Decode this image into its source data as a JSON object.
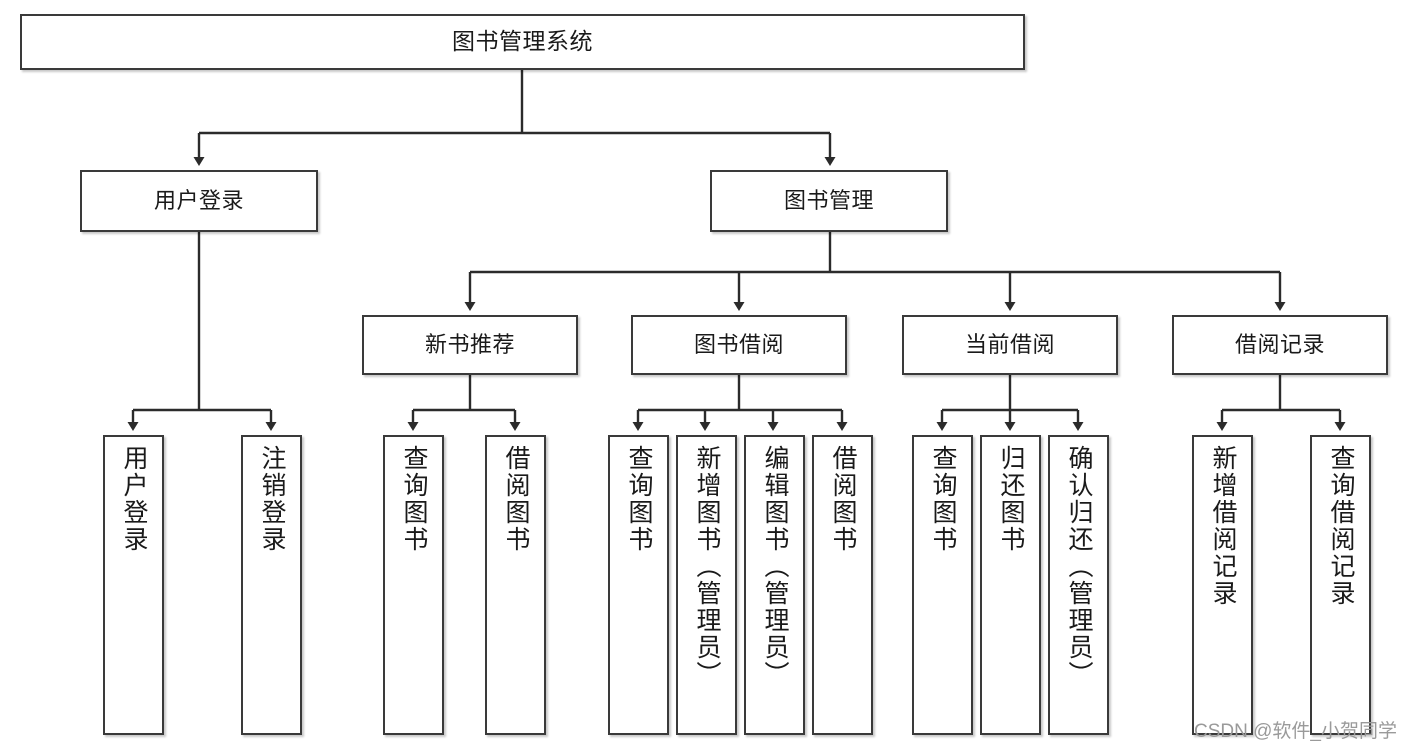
{
  "diagram": {
    "title": "图书管理系统",
    "watermark": "CSDN @软件_小贺同学",
    "root": {
      "label": "图书管理系统"
    },
    "level2": [
      {
        "label": "用户登录"
      },
      {
        "label": "图书管理"
      }
    ],
    "level3": [
      {
        "label": "新书推荐"
      },
      {
        "label": "图书借阅"
      },
      {
        "label": "当前借阅"
      },
      {
        "label": "借阅记录"
      }
    ],
    "leaves": {
      "user_login": [
        {
          "label": "用户登录"
        },
        {
          "label": "注销登录"
        }
      ],
      "new_book": [
        {
          "label": "查询图书"
        },
        {
          "label": "借阅图书"
        }
      ],
      "borrow_book": [
        {
          "label": "查询图书"
        },
        {
          "label": "新增图书（管理员）"
        },
        {
          "label": "编辑图书（管理员）"
        },
        {
          "label": "借阅图书"
        }
      ],
      "current_borrow": [
        {
          "label": "查询图书"
        },
        {
          "label": "归还图书"
        },
        {
          "label": "确认归还（管理员）"
        }
      ],
      "borrow_record": [
        {
          "label": "新增借阅记录"
        },
        {
          "label": "查询借阅记录"
        }
      ]
    }
  },
  "colors": {
    "border": "#3a3a3a",
    "text": "#1a1a1a",
    "background": "#ffffff",
    "watermark": "#9a9a9a",
    "edge": "#2b2b2b"
  }
}
